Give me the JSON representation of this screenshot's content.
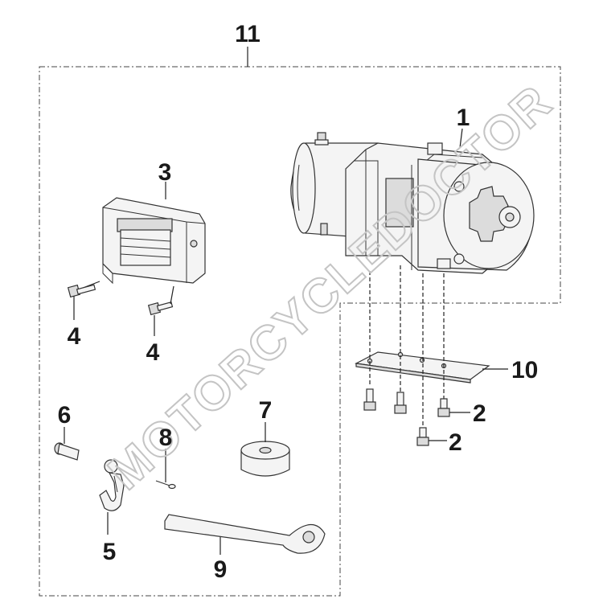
{
  "watermark": "MOTORCYCLEDOCTOR",
  "callouts": {
    "c1": "1",
    "c2a": "2",
    "c2b": "2",
    "c3": "3",
    "c4a": "4",
    "c4b": "4",
    "c5": "5",
    "c6": "6",
    "c7": "7",
    "c8": "8",
    "c9": "9",
    "c10": "10",
    "c11": "11"
  }
}
